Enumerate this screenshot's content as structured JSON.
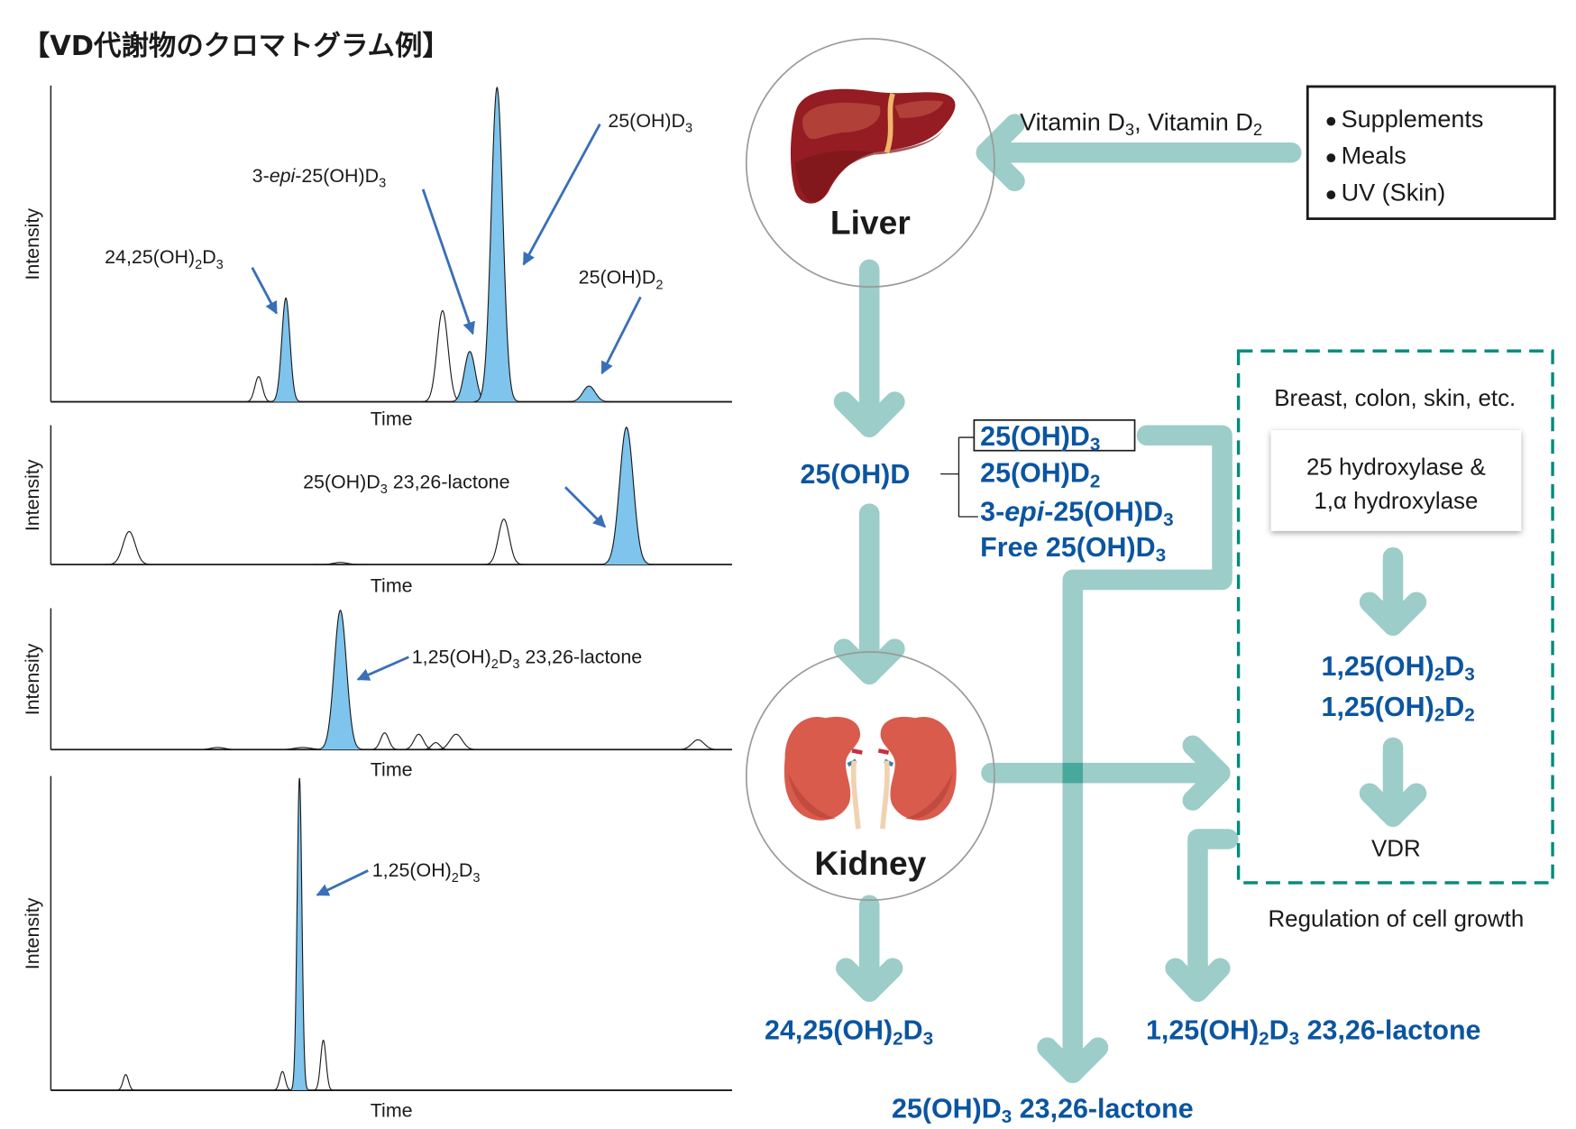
{
  "title": "【VD代謝物のクロマトグラム例】",
  "colors": {
    "peak_fill": "#7ec4ec",
    "annotation_arrow": "#3a6fb8",
    "flow_arrow": "#9ccdc8",
    "flow_arrow_cross": "#49a89c",
    "metabolite_text": "#0b55a0",
    "dashed_box": "#008a7a",
    "liver": "#951c22",
    "kidney": "#d95b4c"
  },
  "chart_data": [
    {
      "type": "line",
      "title": "",
      "xlabel": "Time",
      "ylabel": "Intensity",
      "x_range": [
        0,
        100
      ],
      "y_range": [
        0,
        100
      ],
      "grid": false,
      "peaks": [
        {
          "rt": 30.5,
          "height": 8,
          "width": 0.55,
          "highlighted": false,
          "label": ""
        },
        {
          "rt": 34.5,
          "height": 33,
          "width": 0.6,
          "highlighted": true,
          "label": "24,25(OH)2D3"
        },
        {
          "rt": 57.5,
          "height": 29,
          "width": 0.8,
          "highlighted": false,
          "label": ""
        },
        {
          "rt": 61.5,
          "height": 16,
          "width": 0.8,
          "highlighted": true,
          "label": "3-epi-25(OH)D3"
        },
        {
          "rt": 65.5,
          "height": 100,
          "width": 0.85,
          "highlighted": true,
          "label": "25(OH)D3"
        },
        {
          "rt": 79.0,
          "height": 5,
          "width": 0.9,
          "highlighted": true,
          "label": "25(OH)D2"
        }
      ]
    },
    {
      "type": "line",
      "title": "",
      "xlabel": "Time",
      "ylabel": "Intensity",
      "x_range": [
        0,
        100
      ],
      "y_range": [
        0,
        100
      ],
      "grid": false,
      "peaks": [
        {
          "rt": 11.5,
          "height": 24,
          "width": 0.9,
          "highlighted": false,
          "label": ""
        },
        {
          "rt": 42.5,
          "height": 1.5,
          "width": 1.0,
          "highlighted": false,
          "label": ""
        },
        {
          "rt": 66.5,
          "height": 33,
          "width": 0.8,
          "highlighted": false,
          "label": ""
        },
        {
          "rt": 84.5,
          "height": 100,
          "width": 1.0,
          "highlighted": true,
          "label": "25(OH)D3 23,26-lactone"
        }
      ]
    },
    {
      "type": "line",
      "title": "",
      "xlabel": "Time",
      "ylabel": "Intensity",
      "x_range": [
        0,
        100
      ],
      "y_range": [
        0,
        100
      ],
      "grid": false,
      "peaks": [
        {
          "rt": 24.5,
          "height": 1.5,
          "width": 1.0,
          "highlighted": false,
          "label": ""
        },
        {
          "rt": 37.0,
          "height": 1.5,
          "width": 1.2,
          "highlighted": false,
          "label": ""
        },
        {
          "rt": 42.5,
          "height": 100,
          "width": 0.9,
          "highlighted": true,
          "label": "1,25(OH)2D3 23,26-lactone"
        },
        {
          "rt": 49.0,
          "height": 12,
          "width": 0.6,
          "highlighted": false,
          "label": ""
        },
        {
          "rt": 54.0,
          "height": 11,
          "width": 0.7,
          "highlighted": false,
          "label": ""
        },
        {
          "rt": 56.5,
          "height": 5,
          "width": 0.6,
          "highlighted": false,
          "label": ""
        },
        {
          "rt": 59.5,
          "height": 11,
          "width": 0.9,
          "highlighted": false,
          "label": ""
        },
        {
          "rt": 95.0,
          "height": 7,
          "width": 0.9,
          "highlighted": false,
          "label": ""
        }
      ]
    },
    {
      "type": "line",
      "title": "",
      "xlabel": "Time",
      "ylabel": "Intensity",
      "x_range": [
        0,
        100
      ],
      "y_range": [
        0,
        100
      ],
      "grid": false,
      "peaks": [
        {
          "rt": 11.0,
          "height": 5,
          "width": 0.4,
          "highlighted": false,
          "label": ""
        },
        {
          "rt": 34.0,
          "height": 6,
          "width": 0.4,
          "highlighted": false,
          "label": ""
        },
        {
          "rt": 36.5,
          "height": 100,
          "width": 0.35,
          "highlighted": true,
          "label": "1,25(OH)2D3"
        },
        {
          "rt": 40.0,
          "height": 16,
          "width": 0.4,
          "highlighted": false,
          "label": ""
        }
      ]
    }
  ],
  "charts": [
    {
      "xlabel": "Time",
      "ylabel": "Intensity",
      "annotations": [
        {
          "text": "24,25(OH)",
          "sub1": "2",
          "text2": "D",
          "sub2": "3"
        },
        {
          "text": "3-",
          "italic": "epi",
          "text2": "-25(OH)D",
          "sub2": "3"
        },
        {
          "text": "25(OH)D",
          "sub2": "3"
        },
        {
          "text": "25(OH)D",
          "sub2": "2"
        }
      ]
    },
    {
      "xlabel": "Time",
      "ylabel": "Intensity",
      "annotations": [
        {
          "text": "25(OH)D",
          "sub": "3",
          "text2": " 23,26-lactone"
        }
      ]
    },
    {
      "xlabel": "Time",
      "ylabel": "Intensity",
      "annotations": [
        {
          "text": "1,25(OH)",
          "sub1": "2",
          "text2": "D",
          "sub2": "3",
          "text3": " 23,26-lactone"
        }
      ]
    },
    {
      "xlabel": "Time",
      "ylabel": "Intensity",
      "annotations": [
        {
          "text": "1,25(OH)",
          "sub1": "2",
          "text2": "D",
          "sub2": "3"
        }
      ]
    }
  ],
  "diagram": {
    "liver_label": "Liver",
    "kidney_label": "Kidney",
    "vitamin_input": {
      "part1": "Vitamin D",
      "sub1": "3",
      "part2": ", Vitamin D",
      "sub2": "2"
    },
    "sources": [
      "Supplements",
      "Meals",
      "UV (Skin)"
    ],
    "bullet": "●",
    "group_label": "25(OH)D",
    "group_members": [
      {
        "prefix": "",
        "italic": "",
        "main": "25(OH)D",
        "sub": "3",
        "boxed": true
      },
      {
        "prefix": "",
        "italic": "",
        "main": "25(OH)D",
        "sub": "2",
        "boxed": false
      },
      {
        "prefix": "3-",
        "italic": "epi",
        "main": "-25(OH)D",
        "sub": "3",
        "boxed": false
      },
      {
        "prefix": "Free ",
        "italic": "",
        "main": "25(OH)D",
        "sub": "3",
        "boxed": false
      }
    ],
    "tissues_label": "Breast, colon, skin, etc.",
    "enzyme_line1": "25 hydroxylase &",
    "enzyme_line2": "1,α hydroxylase",
    "active_forms": [
      {
        "main": "1,25(OH)",
        "sub1": "2",
        "main2": "D",
        "sub2": "3"
      },
      {
        "main": "1,25(OH)",
        "sub1": "2",
        "main2": "D",
        "sub2": "2"
      }
    ],
    "receptor_label": "VDR",
    "outcome_label": "Regulation of cell growth",
    "kidney_product": {
      "main": "24,25(OH)",
      "sub1": "2",
      "main2": "D",
      "sub2": "3"
    },
    "lactone_25": {
      "main": "25(OH)D",
      "sub1": "3",
      "main2": " 23,26-lactone"
    },
    "lactone_125": {
      "main": "1,25(OH)",
      "sub1": "2",
      "main2": "D",
      "sub2": "3",
      "main3": " 23,26-lactone"
    }
  }
}
